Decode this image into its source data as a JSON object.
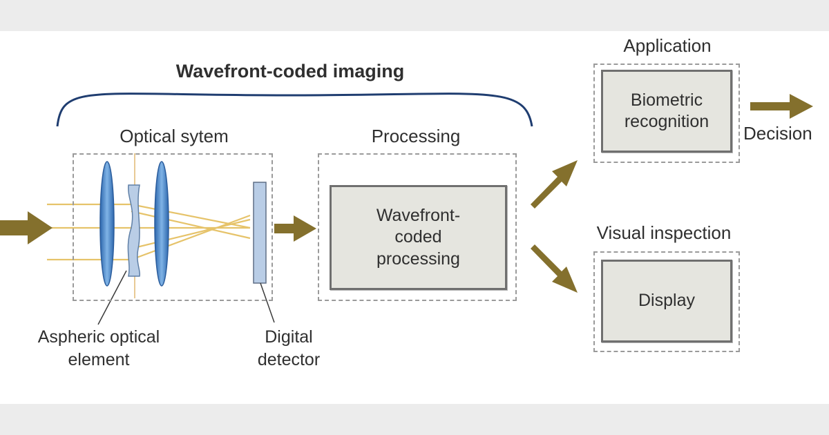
{
  "title": "Wavefront-coded imaging",
  "sections": {
    "optical": "Optical sytem",
    "processing": "Processing",
    "application": "Application",
    "visual": "Visual inspection"
  },
  "boxes": {
    "processing_line1": "Wavefront-",
    "processing_line2": "coded",
    "processing_line3": "processing",
    "biometric_line1": "Biometric",
    "biometric_line2": "recognition",
    "display": "Display"
  },
  "outputs": {
    "decision": "Decision"
  },
  "callouts": {
    "aspheric_line1": "Aspheric optical",
    "aspheric_line2": "element",
    "detector_line1": "Digital",
    "detector_line2": "detector"
  },
  "colors": {
    "arrow": "#84702d",
    "ray": "#e6c36a",
    "lens": "#3f7fc4",
    "brace": "#1f3d70",
    "detector": "#b9cde6"
  }
}
